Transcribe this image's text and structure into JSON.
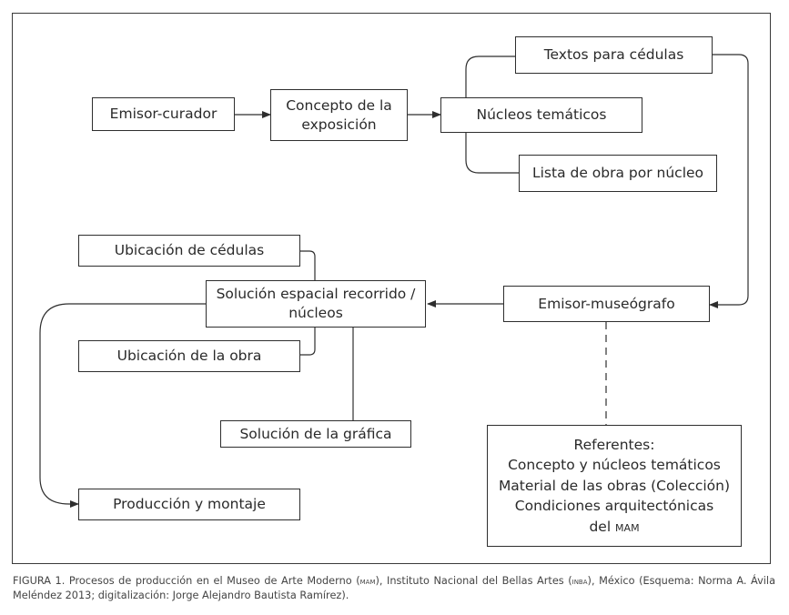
{
  "diagram": {
    "nodes": {
      "emisor_curador": "Emisor-curador",
      "concepto": "Concepto de la\nexposición",
      "nucleos": "Núcleos temáticos",
      "textos": "Textos para cédulas",
      "lista": "Lista de obra por núcleo",
      "ubicacion_cedulas": "Ubicación de cédulas",
      "solucion_espacial": "Solución espacial recorrido /\nnúcleos",
      "emisor_museografo": "Emisor-museógrafo",
      "ubicacion_obra": "Ubicación de la obra",
      "solucion_grafica": "Solución de la gráfica",
      "produccion": "Producción y montaje"
    },
    "referentes": {
      "title": "Referentes:",
      "line1": "Concepto y núcleos temáticos",
      "line2": "Material de las obras (Colección)",
      "line3": "Condiciones arquitectónicas",
      "line4_pre": "del ",
      "line4_abbr": "MAM"
    }
  },
  "caption": {
    "part1": "FIGURA 1. Procesos de producción en el Museo de Arte Moderno (",
    "abbr1": "MAM",
    "part2": "), Instituto Nacional del Bellas Artes (",
    "abbr2": "INBA",
    "part3": "), México (Esquema: Norma A. Ávila Meléndez 2013; digitalización: Jorge Alejandro Bautista Ramírez)."
  }
}
